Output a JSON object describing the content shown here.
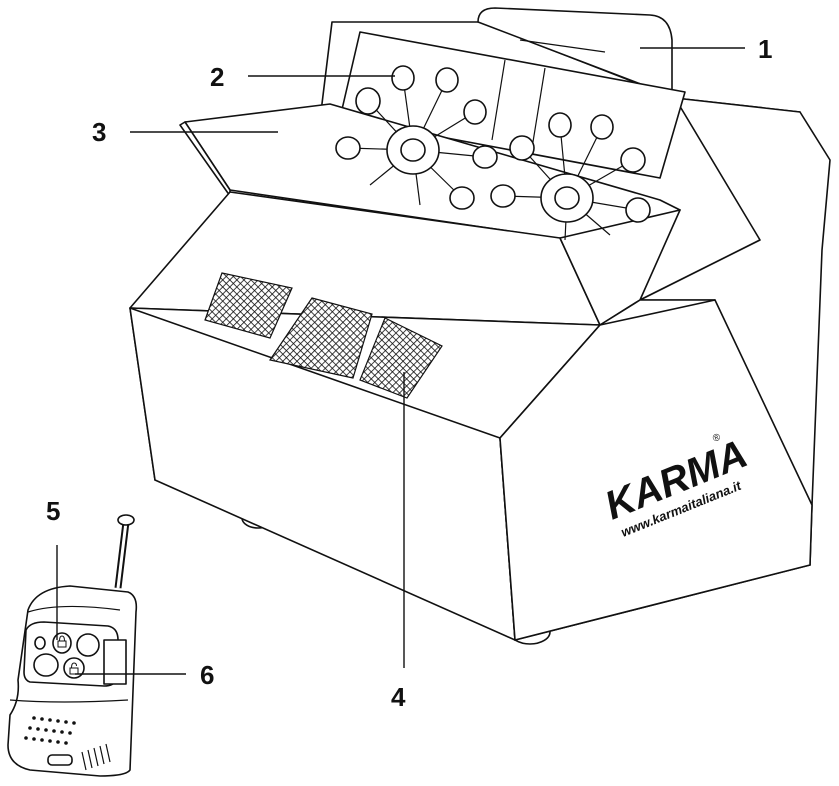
{
  "labels": {
    "l1": "1",
    "l2": "2",
    "l3": "3",
    "l4": "4",
    "l5": "5",
    "l6": "6"
  },
  "brand": {
    "name": "KARMA",
    "registered": "®",
    "website": "www.karmaitaliana.it"
  }
}
